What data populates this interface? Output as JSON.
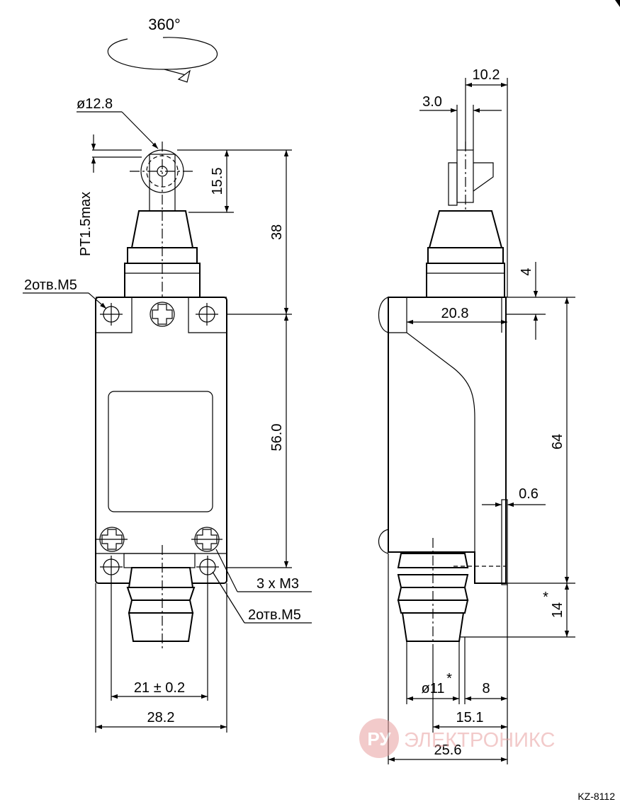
{
  "rotation_label": "360°",
  "front_view": {
    "roller_diameter": "ø12.8",
    "pretravel": "PT1.5max",
    "roller_height": "15.5",
    "actuator_height": "38",
    "body_height": "56.0",
    "mount_holes_top": "2отв.M5",
    "screws": "3 x M3",
    "mount_holes_bottom": "2отв.M5",
    "hole_spacing": "21",
    "hole_spacing_tol": "± 0.2",
    "body_width": "28.2"
  },
  "side_view": {
    "roller_offset": "10.2",
    "roller_width": "3.0",
    "flange_thickness": "4",
    "head_width": "20.8",
    "body_height": "64",
    "plate_gap": "0.6",
    "gland_length": "14",
    "gland_length_mark": "*",
    "gland_diameter": "ø11",
    "gland_diameter_mark": "*",
    "gland_offset": "8",
    "gland_center": "15.1",
    "body_depth": "25.6"
  },
  "watermark": {
    "logo_text": "РУ",
    "brand_text": "ЭЛЕКТРОНИКС"
  },
  "model_code": "KZ-8112",
  "colors": {
    "line": "#000000",
    "watermark": "#e8a0a0"
  }
}
